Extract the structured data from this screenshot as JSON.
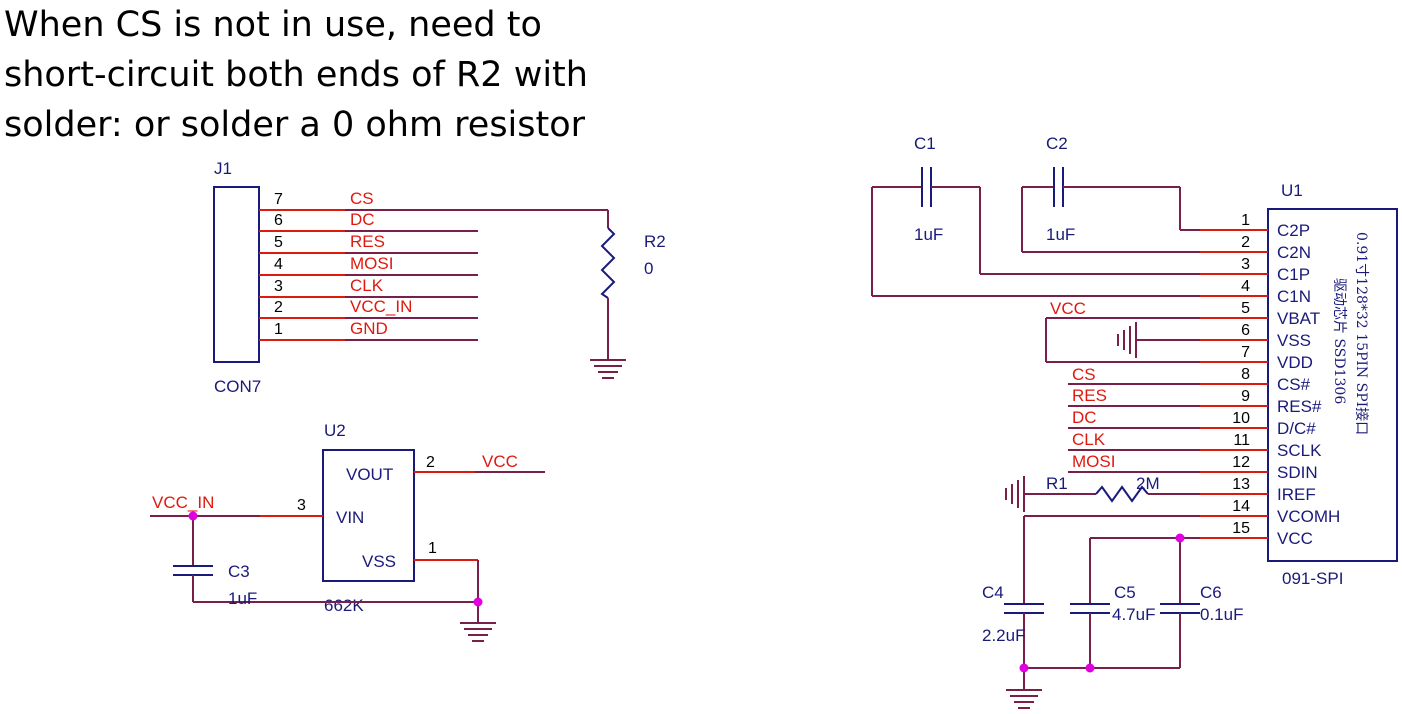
{
  "note": {
    "line1": "When CS is not in use, need to",
    "line2": "short-circuit both ends of R2 with",
    "line3": "solder: or solder a 0 ohm resistor"
  },
  "j1": {
    "ref": "J1",
    "value": "CON7",
    "pins": [
      {
        "num": "7",
        "net": "CS"
      },
      {
        "num": "6",
        "net": "DC"
      },
      {
        "num": "5",
        "net": "RES"
      },
      {
        "num": "4",
        "net": "MOSI"
      },
      {
        "num": "3",
        "net": "CLK"
      },
      {
        "num": "2",
        "net": "VCC_IN"
      },
      {
        "num": "1",
        "net": "GND"
      }
    ]
  },
  "r2": {
    "ref": "R2",
    "value": "0"
  },
  "u2": {
    "ref": "U2",
    "value": "662K",
    "pins": {
      "vout": "VOUT",
      "vin": "VIN",
      "vss": "VSS"
    },
    "pin_nums": {
      "vout": "2",
      "vin": "3",
      "vss": "1"
    },
    "net_out": "VCC",
    "net_in": "VCC_IN"
  },
  "c3": {
    "ref": "C3",
    "value": "1uF"
  },
  "c1": {
    "ref": "C1",
    "value": "1uF"
  },
  "c2": {
    "ref": "C2",
    "value": "1uF"
  },
  "u1": {
    "ref": "U1",
    "value": "091-SPI",
    "desc1": "0.91寸128*32 15PIN SPI接口",
    "desc2": "驱动芯片 SSD1306",
    "pins": [
      {
        "num": "1",
        "name": "C2P"
      },
      {
        "num": "2",
        "name": "C2N"
      },
      {
        "num": "3",
        "name": "C1P"
      },
      {
        "num": "4",
        "name": "C1N"
      },
      {
        "num": "5",
        "name": "VBAT"
      },
      {
        "num": "6",
        "name": "VSS"
      },
      {
        "num": "7",
        "name": "VDD"
      },
      {
        "num": "8",
        "name": "CS#"
      },
      {
        "num": "9",
        "name": "RES#"
      },
      {
        "num": "10",
        "name": "D/C#"
      },
      {
        "num": "11",
        "name": "SCLK"
      },
      {
        "num": "12",
        "name": "SDIN"
      },
      {
        "num": "13",
        "name": "IREF"
      },
      {
        "num": "14",
        "name": "VCOMH"
      },
      {
        "num": "15",
        "name": "VCC"
      }
    ]
  },
  "u1_nets": {
    "vcc": "VCC",
    "cs": "CS",
    "res": "RES",
    "dc": "DC",
    "clk": "CLK",
    "mosi": "MOSI"
  },
  "r1": {
    "ref": "R1",
    "value": "2M"
  },
  "c4": {
    "ref": "C4",
    "value": "2.2uF"
  },
  "c5": {
    "ref": "C5",
    "value": "4.7uF"
  },
  "c6": {
    "ref": "C6",
    "value": "0.1uF"
  },
  "colors": {
    "wire": "#7a1f4a",
    "pin": "#e0190f",
    "body": "#1a1a7a",
    "junction": "#e000e0"
  }
}
